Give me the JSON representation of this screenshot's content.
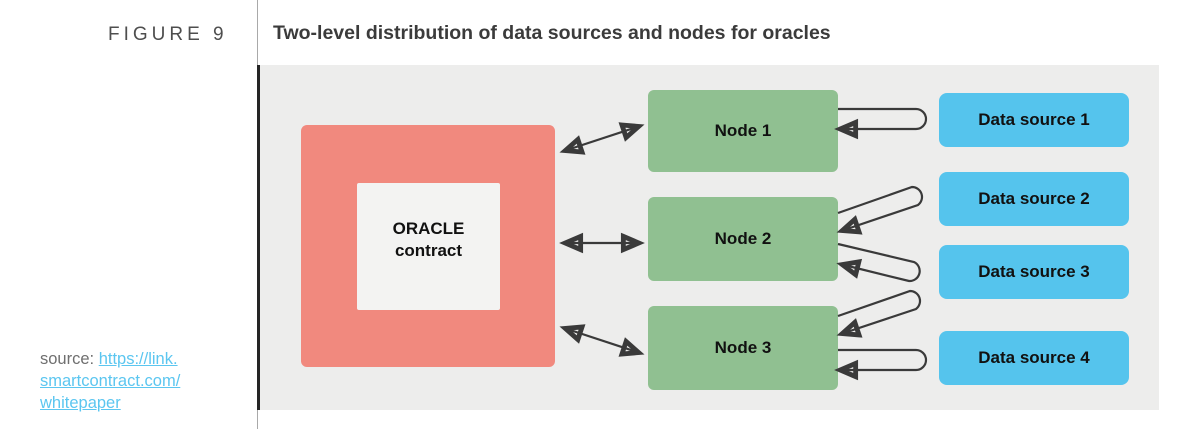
{
  "figure_label": "FIGURE 9",
  "title": "Two-level distribution of data sources and nodes for oracles",
  "source": {
    "prefix": "source:",
    "link_url": "https://link.smartcontract.com/whitepaper",
    "link_lines": [
      "https://link.",
      "smartcontract.com/",
      "whitepaper"
    ]
  },
  "diagram": {
    "oracle": {
      "label_line1": "ORACLE",
      "label_line2": "contract"
    },
    "nodes": [
      {
        "label": "Node 1"
      },
      {
        "label": "Node 2"
      },
      {
        "label": "Node 3"
      }
    ],
    "data_sources": [
      {
        "label": "Data source 1"
      },
      {
        "label": "Data source 2"
      },
      {
        "label": "Data source 3"
      },
      {
        "label": "Data source 4"
      }
    ],
    "connections": [
      {
        "from": "ORACLE contract",
        "to": "Node 1",
        "type": "bidirectional-arrow"
      },
      {
        "from": "ORACLE contract",
        "to": "Node 2",
        "type": "bidirectional-arrow"
      },
      {
        "from": "ORACLE contract",
        "to": "Node 3",
        "type": "bidirectional-arrow"
      },
      {
        "from": "Node 1",
        "to": "Data source 1",
        "type": "round-trip-loop"
      },
      {
        "from": "Node 2",
        "to": "Data source 2",
        "type": "round-trip-loop"
      },
      {
        "from": "Node 2",
        "to": "Data source 3",
        "type": "round-trip-loop"
      },
      {
        "from": "Node 3",
        "to": "Data source 3",
        "type": "round-trip-loop"
      },
      {
        "from": "Node 3",
        "to": "Data source 4",
        "type": "round-trip-loop"
      }
    ]
  },
  "theme": {
    "oracle-bg": "#F1897E",
    "oracle-inner-bg": "#F3F3F2",
    "node-bg": "#90C091",
    "data-source-bg": "#55C4ED",
    "panel-bg": "#EDEDEC",
    "arrow-color": "#3A3A3A",
    "link-color": "#5BC6F0",
    "title-color": "#3B3B3B",
    "muted-color": "#6F6F6F"
  }
}
